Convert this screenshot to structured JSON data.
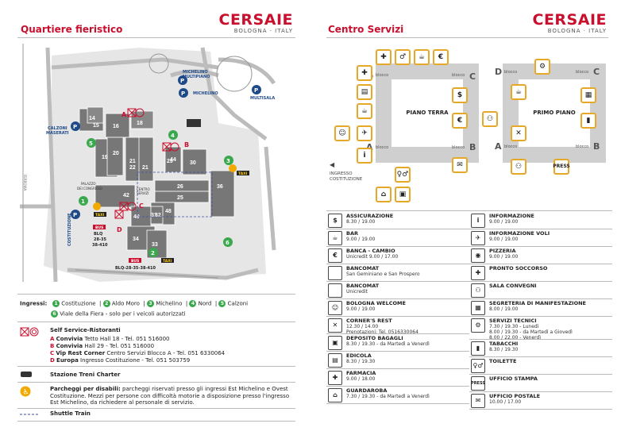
{
  "left": {
    "title": "Quartiere fieristico",
    "brand": {
      "name": "CERSAIE",
      "sub": "BOLOGNA · ITALY"
    },
    "map_labels": {
      "michelino_multipiano": "MICHELINO MULTIPIANO",
      "michelino": "MICHELINO",
      "multisala": "MULTISALA",
      "calzoni_maserati": "CALZONI MASERATI",
      "costituzione": "COSTITUZIONE",
      "palazzo_congressi": "PALAZZO DEI CONGRESSI",
      "centro_servizi": "CENTRO SERVIZI",
      "taxi": "TAXI",
      "bus": "BUS",
      "bus_lines": "BLQ 28-35 38-410",
      "bus_lines_bottom": "BLQ-28-35-38-410",
      "halls": [
        "14",
        "15",
        "16",
        "18",
        "19",
        "20",
        "21",
        "22",
        "25",
        "26",
        "29",
        "30",
        "31",
        "32",
        "33",
        "34",
        "36",
        "42",
        "44",
        "48",
        "49"
      ],
      "numbered_gates": [
        "1",
        "2",
        "3",
        "4",
        "5",
        "6"
      ],
      "letters": [
        "A",
        "B",
        "C",
        "D"
      ]
    },
    "ingressi": {
      "label": "Ingressi:",
      "items": [
        "Costituzione",
        "Aldo Moro",
        "Michelino",
        "Nord",
        "Calzoni"
      ],
      "line2": "Viale della Fiera - solo per i veicoli autorizzati"
    },
    "restaurants": {
      "title": "Self Service-Ristoranti",
      "lines": [
        {
          "letter": "A",
          "name": "Convivia",
          "rest": "Tetto Hall 18 - Tel. 051 516000"
        },
        {
          "letter": "B",
          "name": "Convivia",
          "rest": "Hall 29 - Tel. 051 516000"
        },
        {
          "letter": "C",
          "name": "Vip Rest Corner",
          "rest": "Centro Servizi Blocco A - Tel. 051 6330064"
        },
        {
          "letter": "D",
          "name": "Europa",
          "rest": "Ingresso Costituzione - Tel. 051 503759"
        }
      ]
    },
    "train": "Stazione Treni Charter",
    "disabled": {
      "title": "Parcheggi per disabili:",
      "text": "parcheggi riservati presso gli ingressi Est Michelino e Ovest Costituzione. Mezzi per persone con difficoltà motorie a disposizione presso l'ingresso Est Michelino, da richiedere al personale di servizio."
    },
    "shuttle": "Shuttle Train"
  },
  "right": {
    "title": "Centro Servizi",
    "brand": {
      "name": "CERSAIE",
      "sub": "BOLOGNA · ITALY"
    },
    "piano_terra": "PIANO TERRA",
    "primo_piano": "PRIMO PIANO",
    "blocco": "blocco",
    "ingresso": "INGRESSO COSTITUZIONE",
    "press": "PRESS",
    "services_left": [
      {
        "icon": "$",
        "title": "ASSICURAZIONE",
        "desc": "8.30 / 19.00"
      },
      {
        "icon": "☕",
        "title": "BAR",
        "desc": "9.00 / 19.00"
      },
      {
        "icon": "€",
        "title": "BANCA - CAMBIO",
        "desc": "Unicredit 9.00 / 17.00"
      },
      {
        "icon": "",
        "title": "BANCOMAT",
        "desc": "San Geminiano e San Prospero"
      },
      {
        "icon": "",
        "title": "BANCOMAT",
        "desc": "Unicredit"
      },
      {
        "icon": "☺",
        "title": "BOLOGNA WELCOME",
        "desc": "9.00 / 19.00"
      },
      {
        "icon": "✕",
        "title": "CORNER'S REST",
        "desc": "12.30 / 14.00\nPrenotazioni: Tel. 0516330064"
      },
      {
        "icon": "▣",
        "title": "DEPOSITO BAGAGLI",
        "desc": "8.30 / 19.30 - da Martedì a Venerdì"
      },
      {
        "icon": "▤",
        "title": "EDICOLA",
        "desc": "8.30 / 19.30"
      },
      {
        "icon": "✚",
        "title": "FARMACIA",
        "desc": "9.00 / 18.00"
      },
      {
        "icon": "⌂",
        "title": "GUARDAROBA",
        "desc": "7.30 / 19.30 - da Martedì a Venerdì"
      }
    ],
    "services_right": [
      {
        "icon": "i",
        "title": "INFORMAZIONE",
        "desc": "9.00 / 19.00"
      },
      {
        "icon": "✈",
        "title": "INFORMAZIONE VOLI",
        "desc": "9.00 / 19.00"
      },
      {
        "icon": "◉",
        "title": "PIZZERIA",
        "desc": "9.00 / 19.00"
      },
      {
        "icon": "✚",
        "title": "PRONTO SOCCORSO",
        "desc": ""
      },
      {
        "icon": "⚇",
        "title": "SALA CONVEGNI",
        "desc": ""
      },
      {
        "icon": "▦",
        "title": "SEGRETERIA DI MANIFESTAZIONE",
        "desc": "8.00 / 19.00"
      },
      {
        "icon": "⚙",
        "title": "SERVIZI TECNICI",
        "desc": "7.30 / 19.30 - Lunedì\n8.00 / 19.30 - da Martedì a Giovedì\n8.00 / 22.00 - Venerdì"
      },
      {
        "icon": "▮",
        "title": "TABACCHI",
        "desc": "8.30 / 19.30"
      },
      {
        "icon": "♀♂",
        "title": "TOILETTE",
        "desc": ""
      },
      {
        "icon": "PRESS",
        "title": "UFFICIO STAMPA",
        "desc": ""
      },
      {
        "icon": "✉",
        "title": "UFFICIO POSTALE",
        "desc": "10.00 / 17.00"
      }
    ]
  }
}
